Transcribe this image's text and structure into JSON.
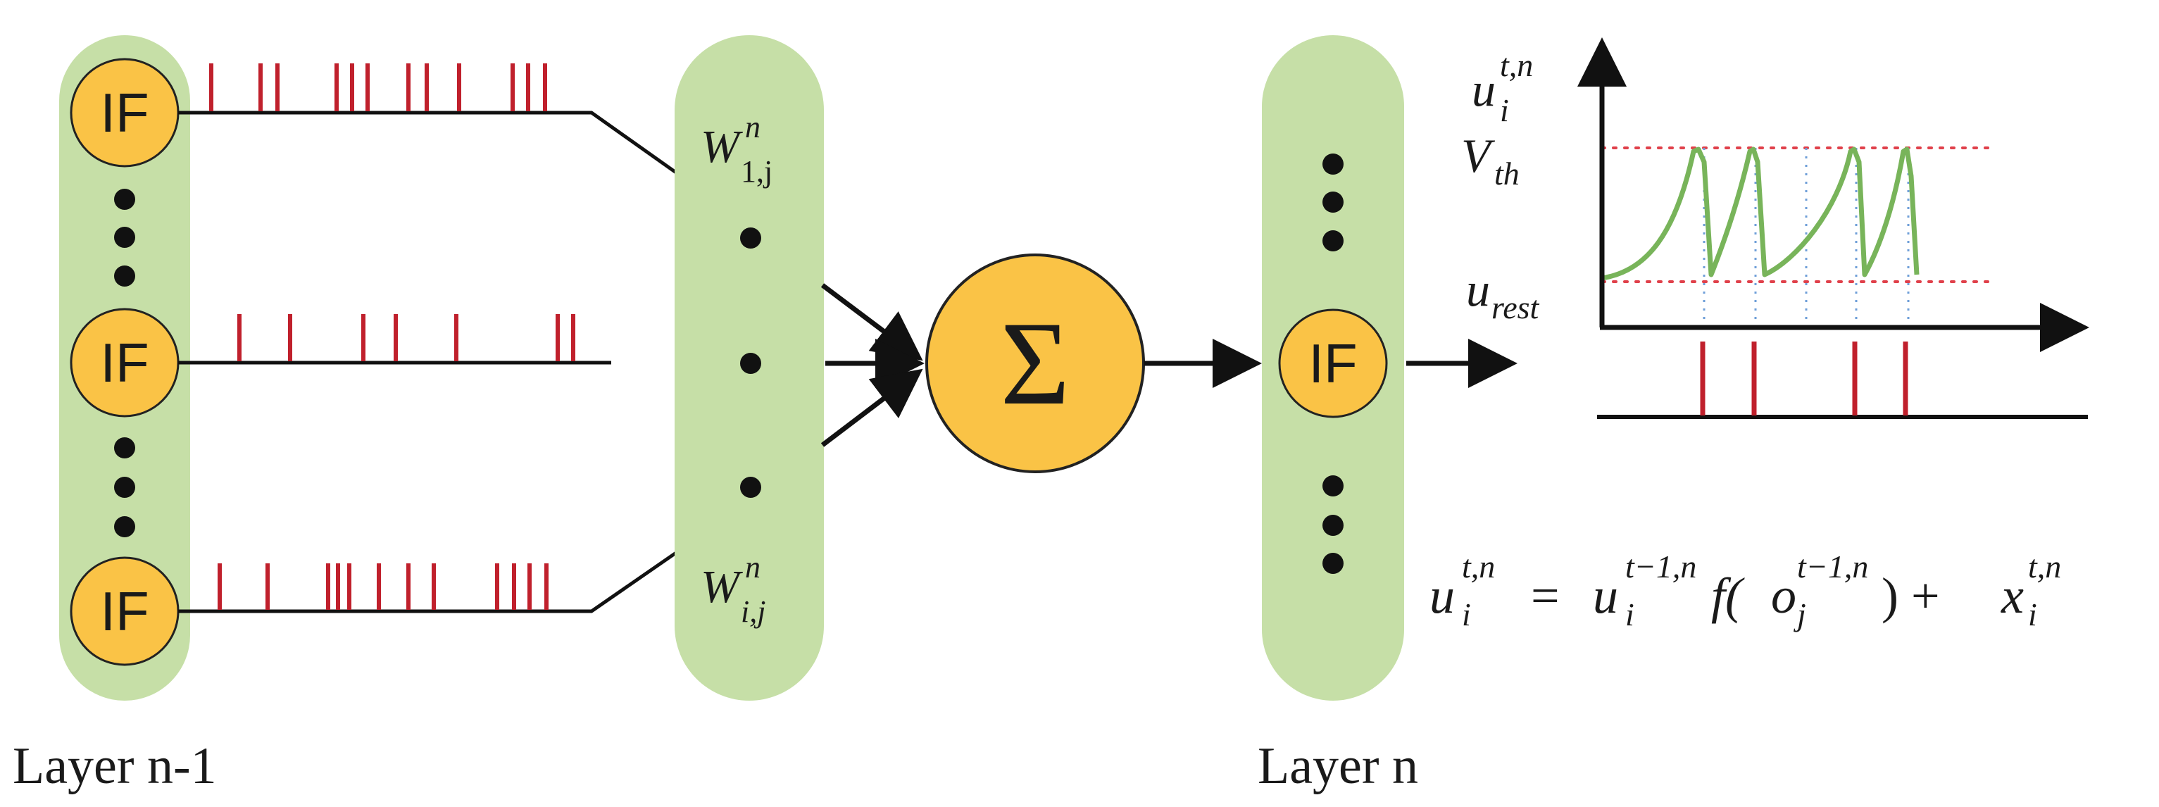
{
  "layers": {
    "prev_label": "Layer n-1",
    "next_label": "Layer n",
    "neuron_label": "IF"
  },
  "weights": {
    "symbol": "W",
    "superscript": "n",
    "top_subscript": "1,j",
    "bottom_subscript": "i,j"
  },
  "sum": {
    "symbol": "Σ"
  },
  "plot": {
    "y_axis_base": "u",
    "y_axis_sub": "i",
    "y_axis_sup": "t,n",
    "threshold_base": "V",
    "threshold_sub": "th",
    "rest_base": "u",
    "rest_sub": "rest"
  },
  "equation": {
    "lhs_base": "u",
    "lhs_sub": "i",
    "lhs_sup": "t,n",
    "eq": " = ",
    "t1_base": "u",
    "t1_sub": "i",
    "t1_sup": "t−1,n",
    "fn": "f(",
    "t2_base": "o",
    "t2_sub": "j",
    "t2_sup": "t−1,n",
    "close": ") + ",
    "t3_base": "x",
    "t3_sub": "i",
    "t3_sup": "t,n"
  },
  "colors": {
    "layer_fill": "#c6dfa7",
    "neuron_fill": "#fac346",
    "spike": "#c0202c",
    "membrane": "#78b45a",
    "threshold_line": "#e0404a",
    "drop_line": "#6f9fd8",
    "line": "#111111"
  }
}
